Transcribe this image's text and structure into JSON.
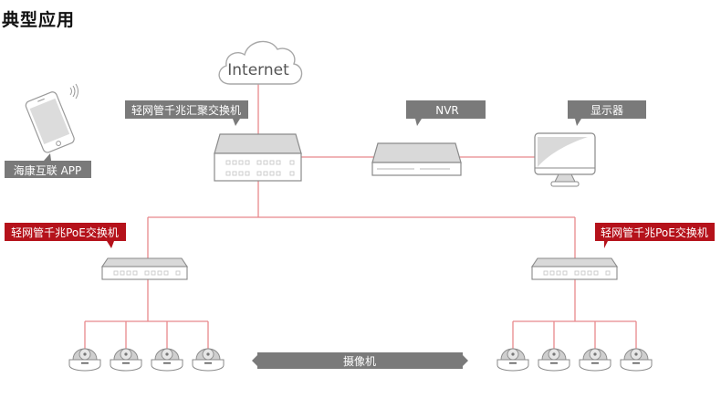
{
  "title": "典型应用",
  "colors": {
    "link_line": "#e8888c",
    "gray_label": "#7a7a7a",
    "red_label": "#b5121b",
    "device_outline": "#9a9a9a",
    "device_top": "#d9d9d9"
  },
  "nodes": {
    "internet": {
      "label": "Internet",
      "icon": "cloud-icon"
    },
    "aggregate_switch": {
      "label": "轻网管千兆汇聚交换机",
      "icon": "switch-icon"
    },
    "nvr": {
      "label": "NVR",
      "icon": "nvr-icon"
    },
    "monitor": {
      "label": "显示器",
      "icon": "monitor-icon"
    },
    "app": {
      "label": "海康互联 APP",
      "icon": "smartphone-icon"
    },
    "poe_switch_left": {
      "label": "轻网管千兆PoE交换机",
      "icon": "switch-icon"
    },
    "poe_switch_right": {
      "label": "轻网管千兆PoE交换机",
      "icon": "switch-icon"
    },
    "cameras": {
      "label": "摄像机",
      "icon": "dome-camera-icon",
      "count_per_switch": 4
    }
  }
}
